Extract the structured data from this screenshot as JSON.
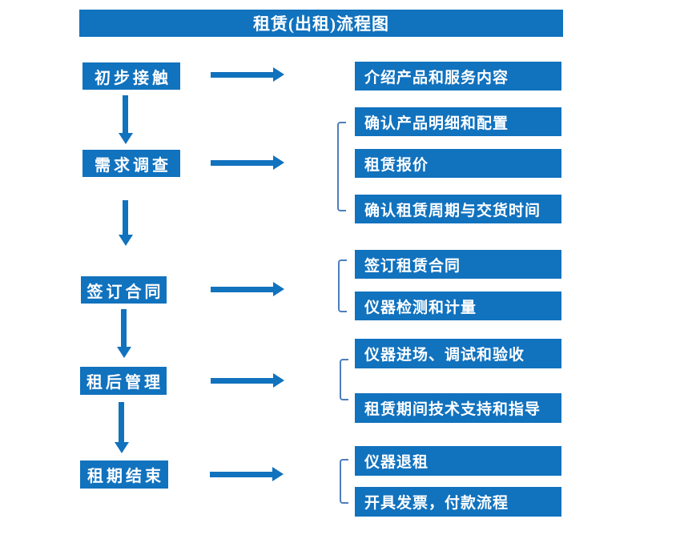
{
  "title": "租赁(出租)流程图",
  "colors": {
    "box_blue": "#1172BE",
    "bracket_blue": "#4E7DBE",
    "text_white": "#FFFFFF",
    "background": "#FFFFFF"
  },
  "stages": [
    {
      "label": "初步接触",
      "outputs": [
        "介绍产品和服务内容"
      ]
    },
    {
      "label": "需求调查",
      "outputs": [
        "确认产品明细和配置",
        "租赁报价",
        "确认租赁周期与交货时间"
      ]
    },
    {
      "label": "签订合同",
      "outputs": [
        "签订租赁合同",
        "仪器检测和计量"
      ]
    },
    {
      "label": "租后管理",
      "outputs": [
        "仪器进场、调试和验收",
        "租赁期间技术支持和指导"
      ]
    },
    {
      "label": "租期结束",
      "outputs": [
        "仪器退租",
        "开具发票，付款流程"
      ]
    }
  ]
}
